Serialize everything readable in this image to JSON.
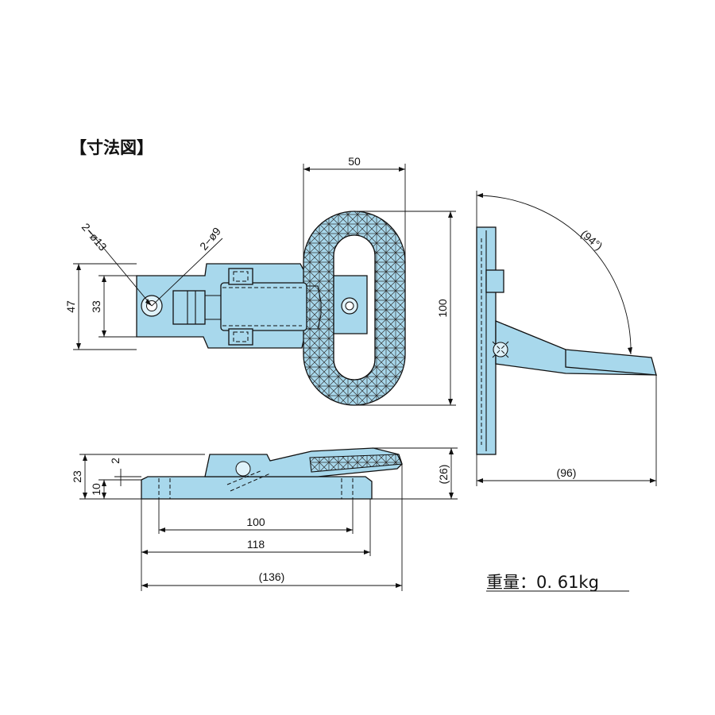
{
  "title": "【寸法図】",
  "weight_label": "重量：0. 61kg",
  "colors": {
    "part_fill": "#a8d8ec",
    "line": "#111111",
    "background": "#ffffff"
  },
  "dimensions": {
    "top_width": "50",
    "ring_height": "100",
    "height_47": "47",
    "height_33": "33",
    "hole_large": "2−ø13",
    "hole_small": "2−ø9",
    "angle": "(94°)",
    "side_reach": "(96)",
    "front_23": "23",
    "front_10": "10",
    "front_2": "2",
    "front_26": "(26)",
    "len_100": "100",
    "len_118": "118",
    "len_136": "(136)"
  }
}
